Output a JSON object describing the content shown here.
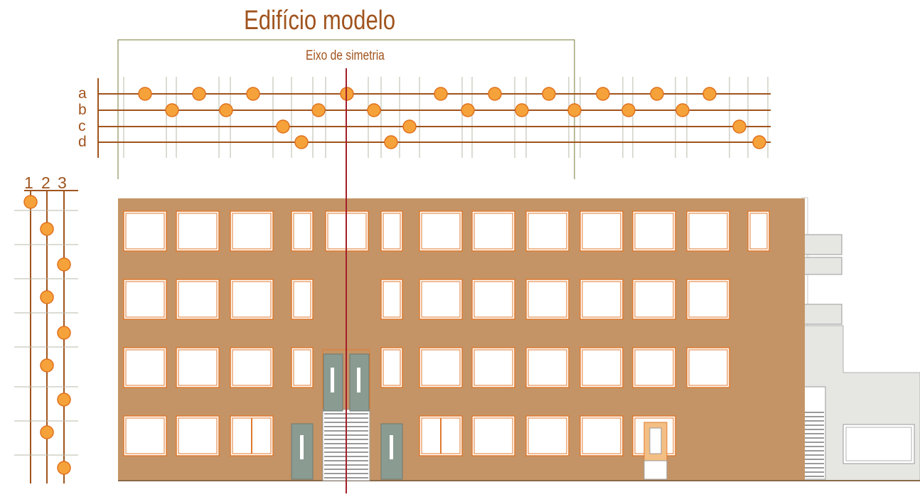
{
  "title": "Edifício modelo",
  "symmetry_label": "Eixo de simetria",
  "row_labels": [
    "a",
    "b",
    "c",
    "d"
  ],
  "column_labels": [
    "1",
    "2",
    "3"
  ],
  "colors": {
    "accent": "#a0541e",
    "dot_fill": "#f5a23a",
    "dot_stroke": "#e0711d",
    "facade": "#c49466",
    "annex": "#e6e6e2",
    "axis": "#a31f2a",
    "door": "#8a9b92"
  }
}
